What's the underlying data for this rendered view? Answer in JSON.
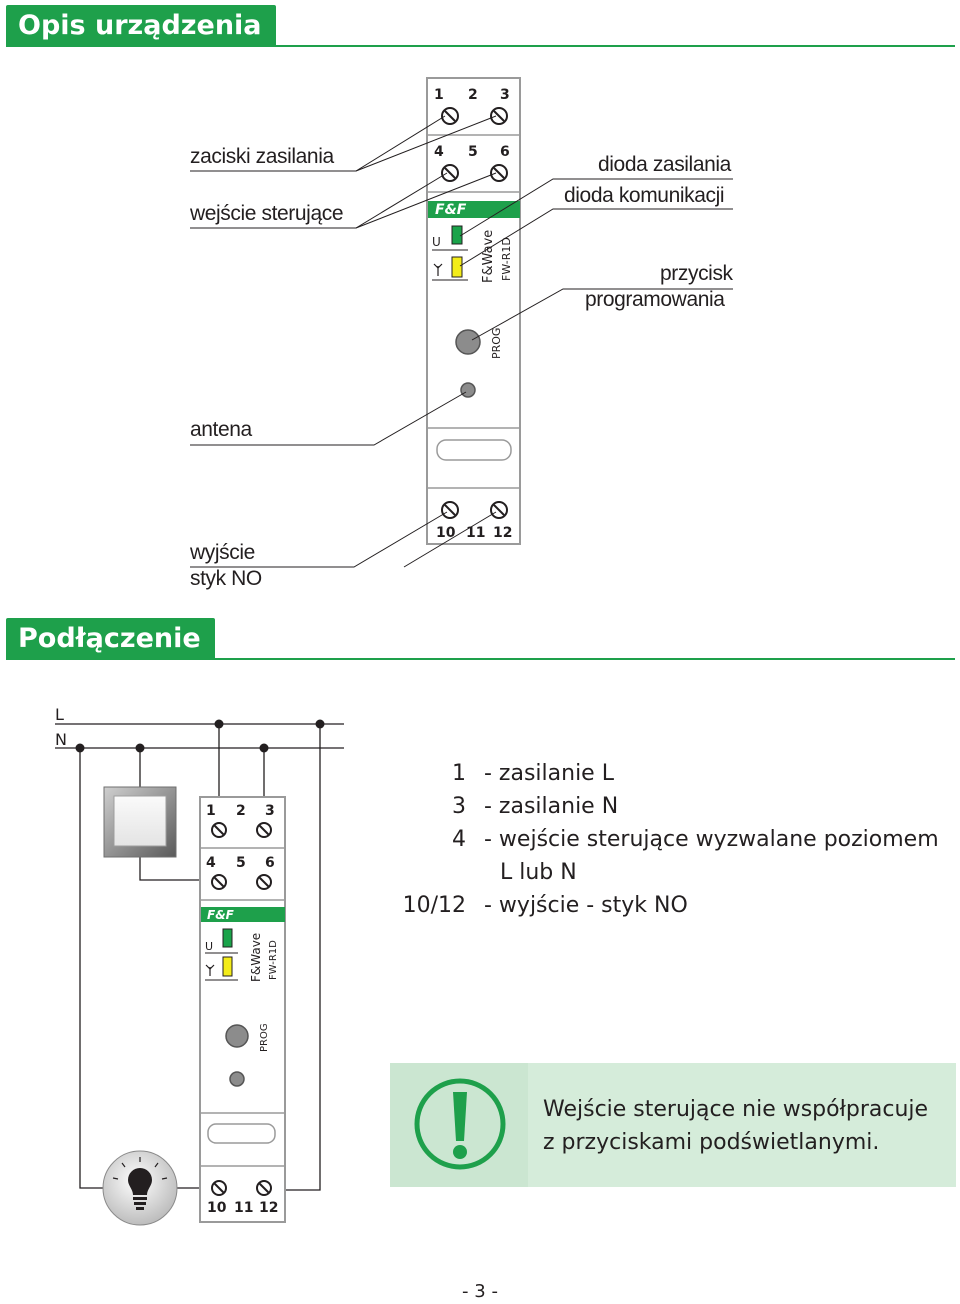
{
  "section1": {
    "title": "Opis urządzenia"
  },
  "section2": {
    "title": "Podłączenie"
  },
  "device": {
    "terminals_top1": [
      "1",
      "2",
      "3"
    ],
    "terminals_top2": [
      "4",
      "5",
      "6"
    ],
    "terminals_bottom": [
      "10",
      "11",
      "12"
    ],
    "brand": "F&F",
    "product_brand": "F&Wave",
    "model": "FW-R1D",
    "led_u": "U",
    "prog": "PROG",
    "colors": {
      "green": "#1ea04b",
      "led_green": "#1aa34a",
      "led_yellow": "#f3ec19",
      "frame": "#9a9a9a"
    }
  },
  "labels": {
    "power_terminals": "zaciski zasilania",
    "control_input": "wejście sterujące",
    "power_led": "dioda zasilania",
    "comm_led": "dioda komunikacji",
    "prog_button_line1": "przycisk",
    "prog_button_line2": "programowania",
    "antenna": "antena",
    "output_line1": "wyjście",
    "output_line2": "styk NO"
  },
  "wiring": {
    "line_l": "L",
    "line_n": "N"
  },
  "legend": [
    {
      "num": "1",
      "text": "- zasilanie L"
    },
    {
      "num": "3",
      "text": "- zasilanie N"
    },
    {
      "num": "4",
      "text": "- wejście sterujące wyzwalane poziomem",
      "cont": "L lub N"
    },
    {
      "num": "10/12",
      "text": "- wyjście - styk NO"
    }
  ],
  "note": {
    "line1": "Wejście sterujące nie współpracuje",
    "line2": "z przyciskami podświetlanymi."
  },
  "page_number": "- 3 -"
}
